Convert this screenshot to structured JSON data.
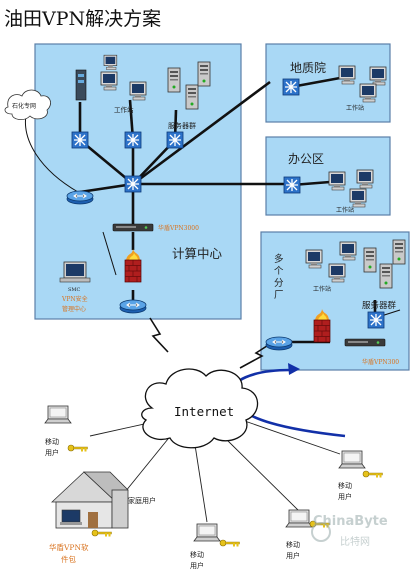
{
  "title": "油田VPN解决方案",
  "zones": {
    "computing_center": "计算中心",
    "geology": "地质院",
    "office": "办公区",
    "branch": "多个分厂"
  },
  "labels": {
    "petrochina_private_net": "石化专网",
    "workstation": "工作站",
    "server_group": "服务器群",
    "branch_server_group": "服务器群",
    "vpn3000": "华盾VPN3000",
    "vpn300": "华盾VPN300",
    "vpn_mgmt_line1": "VPN安全",
    "vpn_mgmt_line2": "管理中心",
    "smc": "SMC",
    "internet": "Internet",
    "mobile_user": "移动用户",
    "mobile_line1": "移动",
    "mobile_line2": "用户",
    "home_user": "家庭用户",
    "vpn_client_line1": "华盾VPN软",
    "vpn_client_line2": "件包"
  },
  "watermark": {
    "line1": "ChinaByte",
    "line2": "比特网"
  },
  "colors": {
    "zone_fill": "#a9d8f5",
    "zone_stroke": "#5a7fa8",
    "link": "#111111",
    "tunnel": "#1230a8",
    "vendor_text": "#d9731f",
    "key": "#e6c21a"
  }
}
